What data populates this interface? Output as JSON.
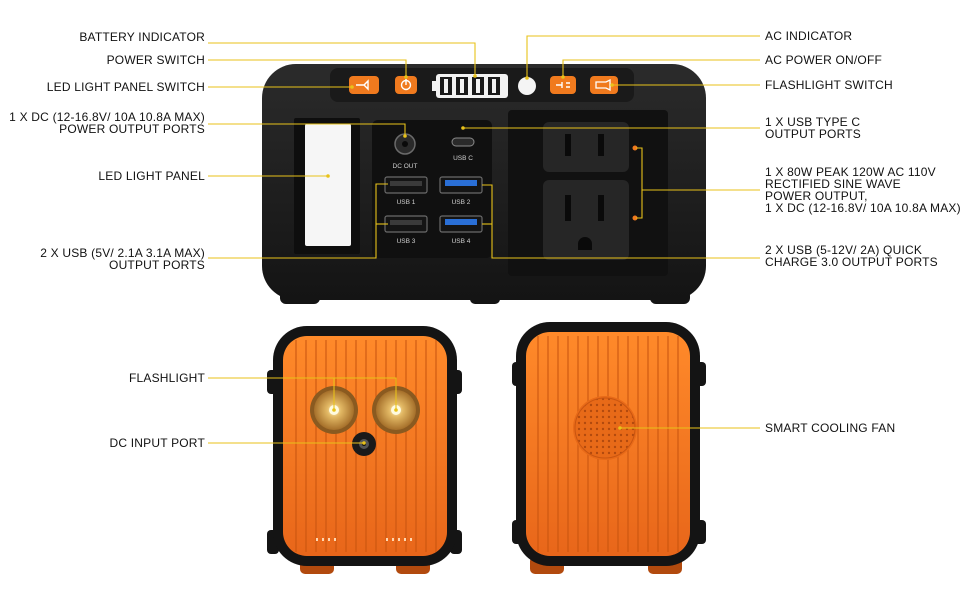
{
  "labels": {
    "battery_indicator": "BATTERY INDICATOR",
    "power_switch": "POWER SWITCH",
    "led_panel_switch": "LED LIGHT PANEL SWITCH",
    "dc_output_l1": "1 X DC (12-16.8V/ 10A 10.8A MAX)",
    "dc_output_l2": "POWER OUTPUT PORTS",
    "led_panel": "LED LIGHT PANEL",
    "usb_out_l1": "2 X USB (5V/ 2.1A 3.1A MAX)",
    "usb_out_l2": "OUTPUT PORTS",
    "ac_indicator": "AC INDICATOR",
    "ac_power": "AC POWER ON/OFF",
    "flashlight_switch": "FLASHLIGHT SWITCH",
    "usb_c_l1": "1 X USB TYPE C",
    "usb_c_l2": "OUTPUT PORTS",
    "ac_out_l1": "1 X 80W PEAK 120W AC 110V",
    "ac_out_l2": "RECTIFIED SINE WAVE",
    "ac_out_l3": "POWER OUTPUT,",
    "ac_out_l4": "1 X DC (12-16.8V/ 10A 10.8A MAX)",
    "qc_l1": "2 X USB (5-12V/ 2A) QUICK",
    "qc_l2": "CHARGE 3.0 OUTPUT PORTS",
    "flashlight": "FLASHLIGHT",
    "dc_input": "DC INPUT PORT",
    "cooling_fan": "SMART COOLING FAN"
  },
  "device": {
    "dc_out_label": "DC OUT",
    "usb_c_label": "USB C",
    "usb1_label": "USB 1",
    "usb2_label": "USB 2",
    "usb3_label": "USB 3",
    "usb4_label": "USB 4"
  },
  "colors": {
    "leader_line": "#e8c21a",
    "orange": "#f07a1e",
    "body_dark": "#1e1e1e",
    "usb_qc_blue": "#2a6fd6"
  }
}
